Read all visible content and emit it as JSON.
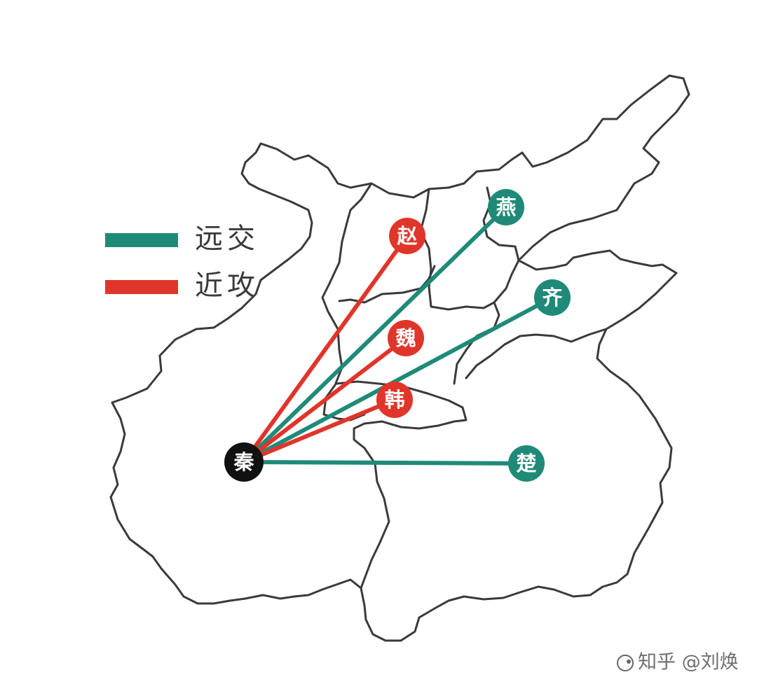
{
  "legend": {
    "far_ally_label": "远交",
    "near_attack_label": "近攻"
  },
  "colors": {
    "far_ally": "#1f8a78",
    "near_attack": "#e0352a",
    "origin": "#111111"
  },
  "origin": {
    "label": "秦"
  },
  "states": [
    {
      "id": "zhao",
      "label": "赵",
      "relation": "near_attack"
    },
    {
      "id": "yan",
      "label": "燕",
      "relation": "far_ally"
    },
    {
      "id": "qi",
      "label": "齐",
      "relation": "far_ally"
    },
    {
      "id": "wei",
      "label": "魏",
      "relation": "near_attack"
    },
    {
      "id": "han",
      "label": "韩",
      "relation": "near_attack"
    },
    {
      "id": "chu",
      "label": "楚",
      "relation": "far_ally"
    }
  ],
  "watermark": "知乎 @刘焕"
}
